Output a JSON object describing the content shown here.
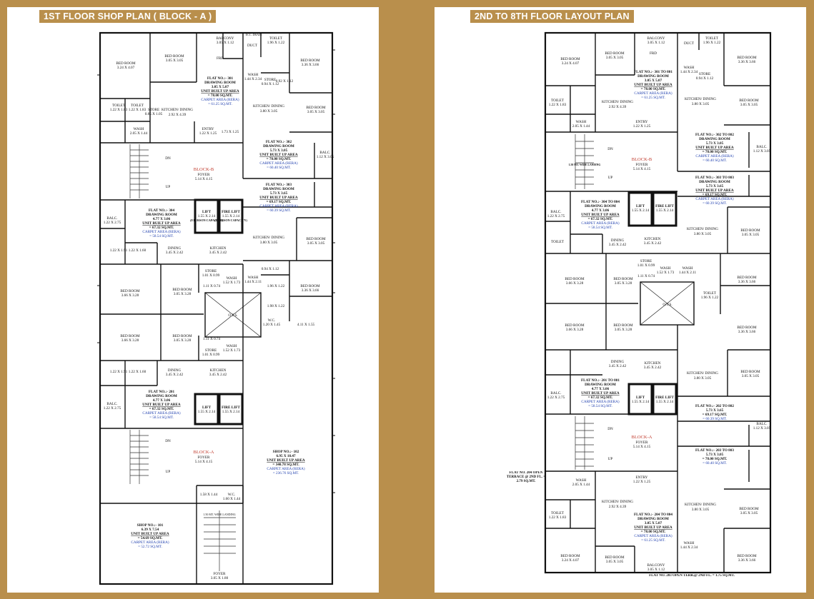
{
  "plan1": {
    "title": "1ST FLOOR SHOP PLAN  ( BLOCK - A )",
    "block_b": {
      "balcony": "BALCONY",
      "balcony_size": "3.05 X 1.12",
      "duct": "DUCT",
      "ecc_drain": "ECC. DRAIN",
      "toilet_top": "TOILET",
      "toilet_top_size": "1.96 X 1.22",
      "bedroom_a": "BED ROOM",
      "bedroom_a_size": "3.24 X 4.07",
      "bedroom_b": "BED ROOM",
      "bedroom_b_size": "3.05 X 3.05",
      "bedroom_c": "BED ROOM",
      "bedroom_c_size": "3.36 X 3.66",
      "frd": "FRD",
      "flat_301": "FLAT NO.:- 301",
      "drawing_room": "DRAWING ROOM",
      "flat_301_size": "3.05 X 5.07",
      "unit_built_up": "UNIT BUILT UP AREA",
      "flat_301_area": "= 78.00 SQ.MT.",
      "carpet_area": "CARPET AREA (RERA)",
      "flat_301_carpet": "= 61.25 SQ.MT.",
      "wash": "WASH",
      "wash_size": "1.44 X 2.34",
      "store": "STORE",
      "store_size": "0.94 X 1.12",
      "store_small": "0.92 X 1.12",
      "toilet_l1": "TOILET",
      "toilet_l1_size": "1.22 X 1.83",
      "toilet_l2": "TOILET",
      "toilet_l2_size": "1.22 X 1.83",
      "store_l": "STORE",
      "store_l_size": "0.85 X 1.05",
      "kitchen_dining": "KITCHEN/ DINING",
      "kitchen_dining_size": "2.92 X 4.39",
      "kitchen_dining_r": "KITCHEN/ DINING",
      "kitchen_dining_r_size": "3.80 X 3.05",
      "bedroom_d": "BED ROOM",
      "bedroom_d_size": "3.05 X 3.05",
      "wash_l": "WASH",
      "wash_l_size": "2.05 X 1.44",
      "entry": "ENTRY",
      "entry_size": "1.22 X 1.25",
      "entry_side": "1.73 X 1.25",
      "flat_302": "FLAT NO.:- 302",
      "flat_302_size": "5.73 X 3.05",
      "flat_302_area": "= 78.00 SQ.MT.",
      "flat_302_carpet": "= 60.40 SQ.MT.",
      "balc": "BALC.",
      "balc_size": "1.12 X 3.05",
      "block_label": "BLOCK-B",
      "foyer": "FOYER",
      "foyer_size": "5.14 X 4.15",
      "dn": "DN",
      "up": "UP",
      "flat_303": "FLAT NO.:- 303",
      "flat_303_size": "5.73 X 3.65",
      "flat_303_area": "= 69.17 SQ.MT.",
      "flat_303_carpet": "= 60.39 SQ.MT.",
      "flat_304": "FLAT NO.:- 304",
      "flat_304_size": "4.77 X 3.06",
      "flat_304_area": "= 67.32 SQ.MT.",
      "flat_304_carpet": "= 58.54 SQ.MT.",
      "lift": "LIFT",
      "lift_size": "1.55 X 2.14",
      "lift_cap": "(8 PERSON CAPACITY)",
      "fire_lift": "FIRE LIFT",
      "fire_lift_size": "1.55 X 2.14",
      "balc_l": "BALC.",
      "balc_l_size": "1.22 X 2.75",
      "toilet_m1_size": "1.22 X 1.91",
      "toilet_m2_size": "1.22 X 1.60",
      "wc": "W.C.",
      "dining": "DINING",
      "dining_size": "3.45 X 2.42",
      "kitchen": "KITCHEN",
      "kitchen_size": "3.45 X 2.42",
      "kitchen_dining_b": "KITCHEN/ DINING",
      "kitchen_dining_b_size": "3.80 X 3.05",
      "bedroom_e": "BED ROOM",
      "bedroom_e_size": "3.05 X 3.05",
      "store_m": "STORE",
      "store_m_size": "1.01 X 0.99",
      "wash_m": "WASH",
      "wash_m_size": "1.52 X 1.73",
      "wash_r": "WASH",
      "wash_r_size": "1.44 X 2.11",
      "store_r_size": "0.94 X 1.12",
      "toilet_r_size": "1.96 X 1.22",
      "toilet_r2_size": "1.98 X 1.22",
      "bedroom_f": "BED ROOM",
      "bedroom_f_size": "3.66 X 3.28",
      "bedroom_g": "BED ROOM",
      "bedroom_g_size": "3.05 X 3.28",
      "bedroom_h": "BED ROOM",
      "bedroom_h_size": "3.36 X 3.66",
      "ots": "O.T.S.",
      "misc_1": "1.11 X 0.74",
      "wc_size": "1.20 X 1.45",
      "open_size": "4.11 X 1.55"
    },
    "block_a": {
      "bedroom_i": "BED ROOM",
      "bedroom_i_size": "3.66 X 3.28",
      "bedroom_j": "BED ROOM",
      "bedroom_j_size": "3.05 X 3.28",
      "misc_2": "1.11 X 0.74",
      "wash": "WASH",
      "wash_size": "1.52 X 1.73",
      "store": "STORE",
      "store_size": "1.01 X 0.99",
      "toilet_1_size": "1.22 X 1.91",
      "toilet_2_size": "1.22 X 1.60",
      "dining": "DINING",
      "dining_size": "3.45 X 2.42",
      "kitchen": "KITCHEN",
      "kitchen_size": "3.45 X 2.42",
      "flat_201": "FLAT NO.:- 201",
      "drawing_room": "DRAWING ROOM",
      "flat_201_size": "4.77 X 3.06",
      "unit_built_up": "UNIT BUILT UP AREA",
      "flat_201_area": "= 67.32 SQ.MT.",
      "carpet_area": "CARPET AREA (RERA)",
      "flat_201_carpet": "= 58.54 SQ.MT.",
      "balc": "BALC.",
      "balc_size": "1.22 X 2.75",
      "lift": "LIFT",
      "lift_size": "1.55 X 2.14",
      "fire_lift": "FIRE LIFT",
      "fire_lift_size": "1.55 X 2.14",
      "block_label": "BLOCK-A",
      "foyer": "FOYER",
      "foyer_size": "5.14 X 4.15",
      "dn": "DN",
      "up": "UP",
      "shop_102": "SHOP NO.:- 102",
      "shop_102_size": "6.95 X 18.47",
      "shop_102_area": "= 340.78 SQ.MT.",
      "shop_102_carpet": "= 236.76 SQ.MT.",
      "misc_3": "1.58 X 1.44",
      "wc": "W.C.",
      "wc_size": "1.60 X 1.44",
      "stair_note": "1.50 MT. WIDE LANDING",
      "shop_101": "SHOP NO.:- 101",
      "shop_101_size": "6.39 X 7.54",
      "shop_101_area": "= 54.69 SQ.MT.",
      "shop_101_carpet": "= 52.72 SQ.MT.",
      "foyer_small": "FOYER",
      "foyer_small_size": "3.05 X 1.80"
    }
  },
  "plan2": {
    "title": "2ND TO 8TH FLOOR LAYOUT PLAN",
    "flat_301_808": "FLAT NO.:- 301 TO 801",
    "flat_302_802": "FLAT NO.:- 302 TO 802",
    "flat_303_803": "FLAT NO.:- 303 TO 803",
    "flat_304_804": "FLAT NO.:- 304 TO 804",
    "flat_201_801": "FLAT NO.:- 201 TO 801",
    "flat_202_802": "FLAT NO.:- 202 TO 802",
    "flat_203_803": "FLAT NO.:- 203 TO 803",
    "flat_204_804": "FLAT NO.:- 204 TO 804",
    "drawing_room": "DRAWING ROOM",
    "unit_built_up": "UNIT BUILT UP AREA",
    "carpet_area": "CARPET AREA (RERA)",
    "area_a": "= 78.00 SQ.MT.",
    "carpet_a": "= 61.25 SQ.MT.",
    "area_b": "= 78.00 SQ.MT.",
    "carpet_b": "= 60.40 SQ.MT.",
    "area_c": "= 69.17 SQ.MT.",
    "carpet_c": "= 60.39 SQ.MT.",
    "area_d": "= 67.32 SQ.MT.",
    "carpet_d": "= 58.54 SQ.MT.",
    "block_b": "BLOCK-B",
    "block_a": "BLOCK-A",
    "foyer": "FOYER",
    "foyer_size": "5.14 X 4.15",
    "bedroom": "BED ROOM",
    "kitchen": "KITCHEN",
    "kitchen_dining": "KITCHEN/ DINING",
    "dining": "DINING",
    "toilet": "TOILET",
    "store": "STORE",
    "wash": "WASH",
    "entry": "ENTRY",
    "balcony": "BALCONY",
    "balc": "BALC.",
    "lift": "LIFT",
    "fire_lift": "FIRE LIFT",
    "ots": "O.T.S.",
    "duct": "DUCT",
    "frd": "FRD",
    "dn": "DN",
    "up": "UP",
    "terrace_left": "FLAT NO. 204 OPEN TERRACE @ 2ND FL. = 2.79 SQ.MT.",
    "terrace_bottom": "FLAT NO. 203 OPEN TERR.@ 2ND FL. = 1.75 SQ.MT.",
    "stair_note": "1.50 MT. WIDE LANDING",
    "s_324_407": "3.24 X 4.07",
    "s_305_305": "3.05 X 3.05",
    "s_336_366": "3.36 X 3.66",
    "s_366_328": "3.66 X 3.28",
    "s_305_328": "3.05 X 3.28",
    "s_345_242": "3.45 X 2.42",
    "s_380_305": "3.80 X 3.05",
    "s_292_439": "2.92 X 4.39",
    "s_196_122": "1.96 X 1.22",
    "s_155_214": "1.55 X 2.14",
    "s_305_112": "3.05 X 1.12",
    "s_122_183": "1.22 X 1.83",
    "s_122_275": "1.22 X 2.75",
    "s_112_305": "1.12 X 3.05",
    "s_205_144": "2.05 X 1.44",
    "s_122_125": "1.22 X 1.25",
    "s_144_234": "1.44 X 2.34",
    "s_144_211": "1.44 X 2.11",
    "s_094_112": "0.94 X 1.12",
    "s_152_173": "1.52 X 1.73",
    "s_101_099": "1.01 X 0.99",
    "s_111_074": "1.11 X 0.74",
    "s_573_305": "5.73 X 3.05",
    "s_573_365": "5.73 X 3.65",
    "s_477_306": "4.77 X 3.06",
    "s_305_507": "3.05 X 5.07"
  }
}
